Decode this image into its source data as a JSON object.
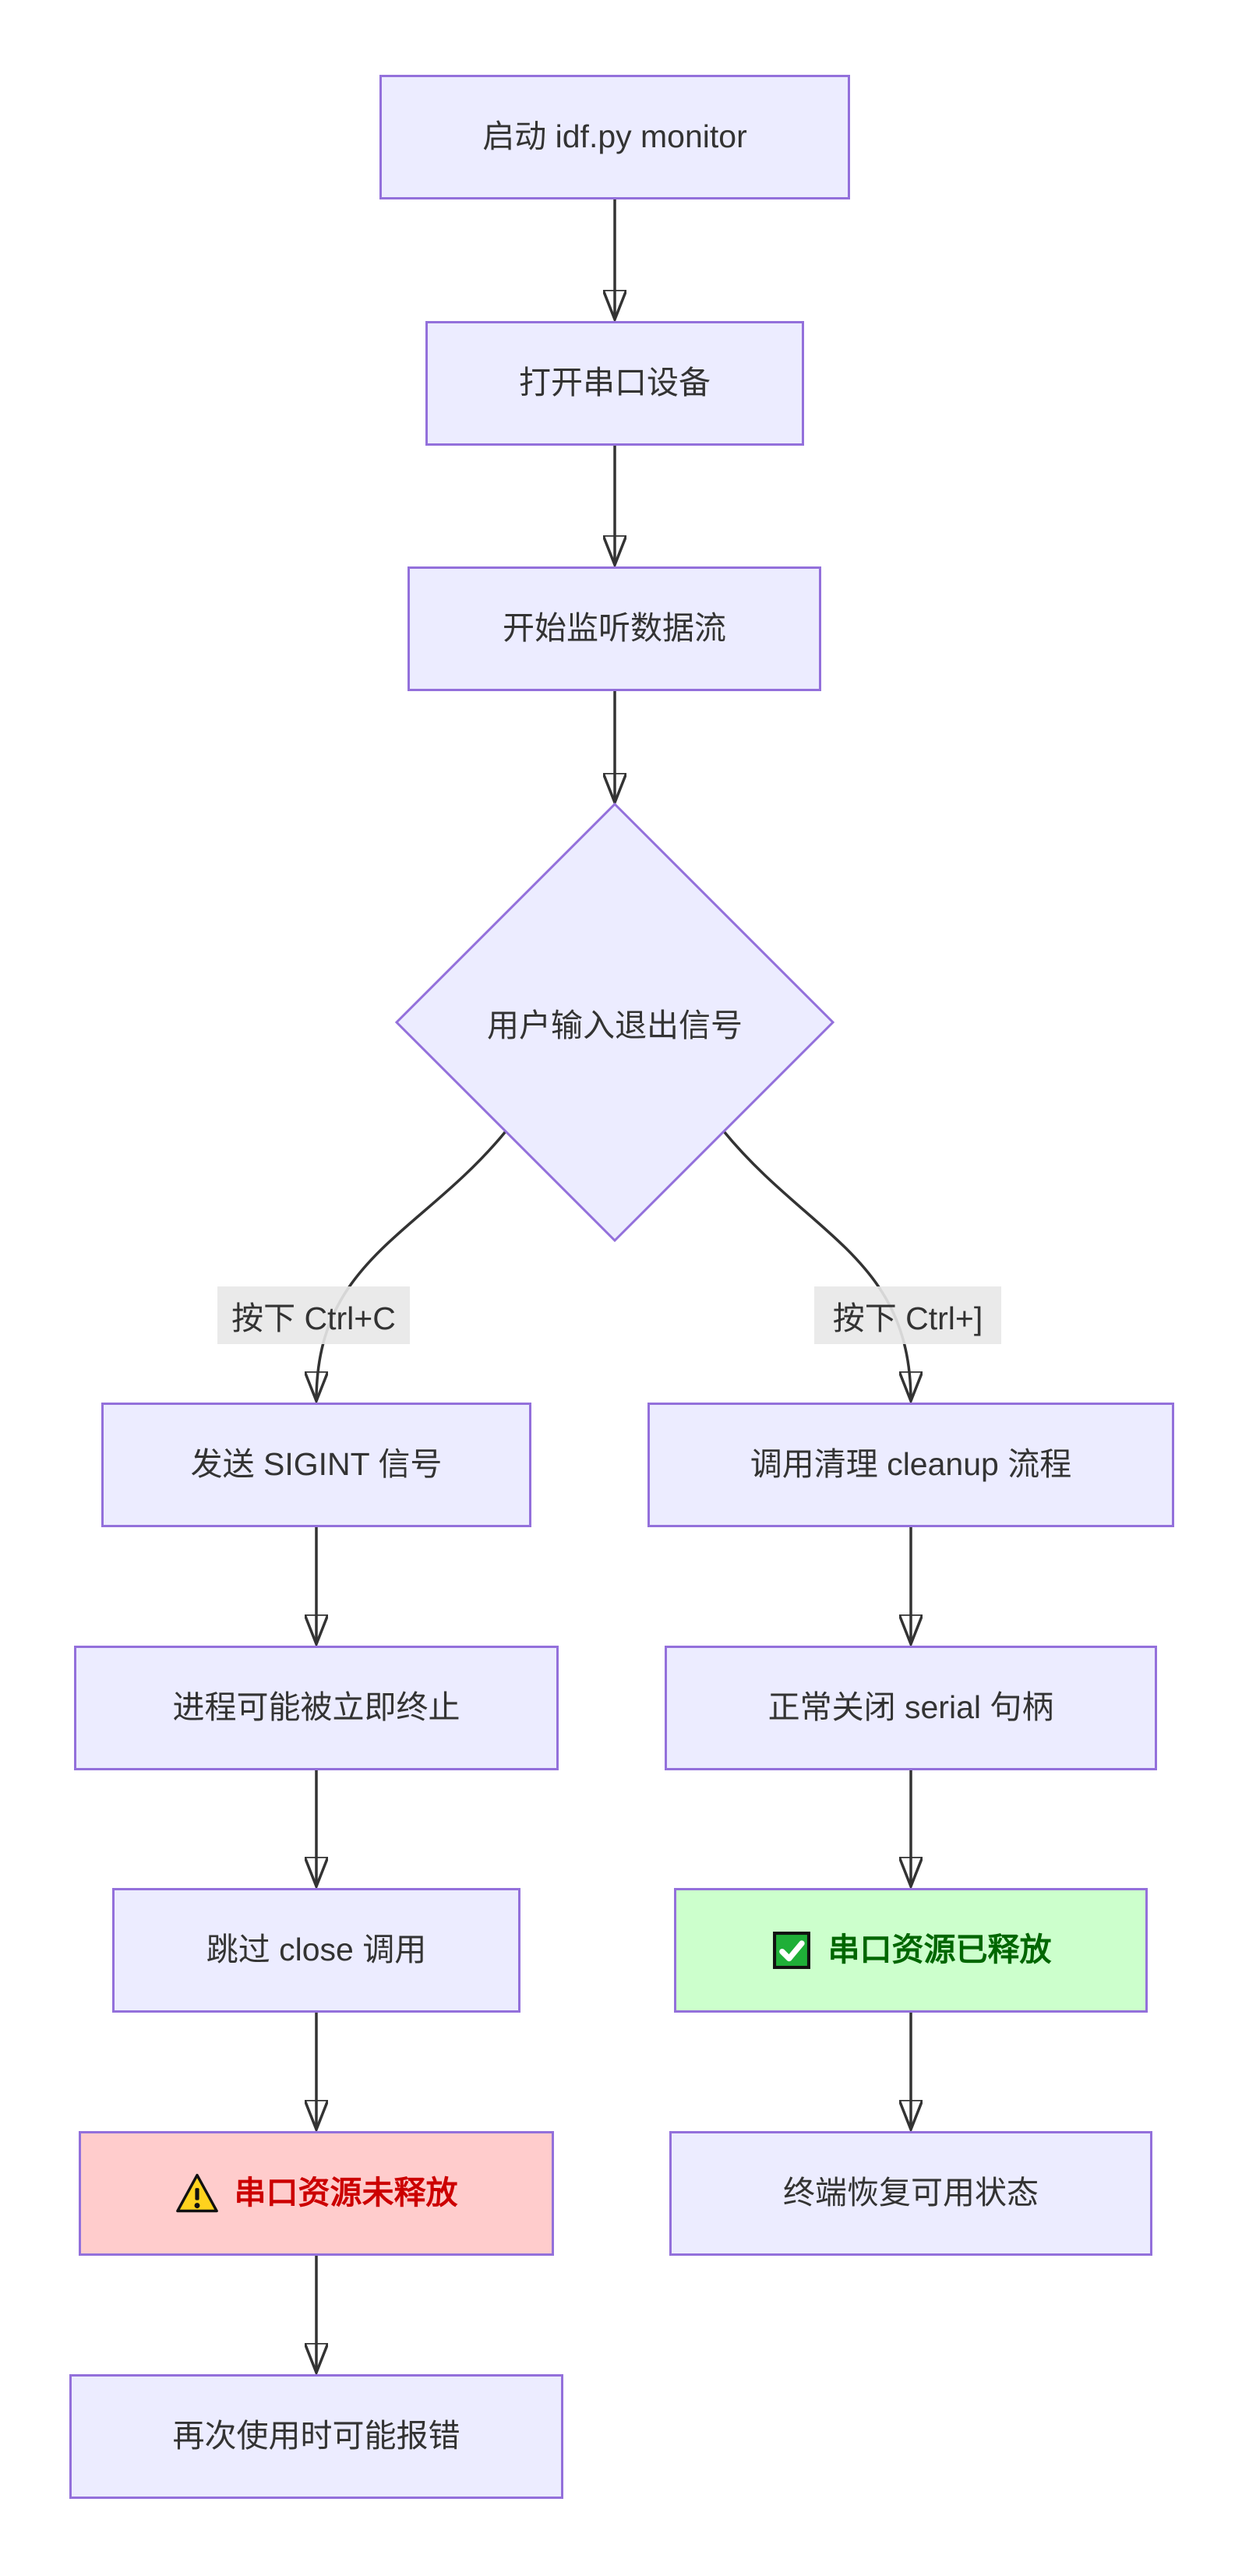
{
  "diagram": {
    "type": "flowchart",
    "direction": "top-down",
    "colors": {
      "node_fill": "#ECECFF",
      "node_border": "#9370DB",
      "text": "#333333",
      "edge": "#333333",
      "edge_label_bg": "#E8E8E8",
      "error_fill": "#FFCCCC",
      "error_text": "#CC0000",
      "success_fill": "#CCFFCC",
      "success_text": "#006600",
      "warning_icon_yellow": "#FFD21E",
      "check_icon_green": "#1FAF38"
    },
    "nodes": [
      {
        "id": "start",
        "shape": "rect",
        "variant": "default",
        "label": "启动 idf.py monitor"
      },
      {
        "id": "open-serial",
        "shape": "rect",
        "variant": "default",
        "label": "打开串口设备"
      },
      {
        "id": "listen",
        "shape": "rect",
        "variant": "default",
        "label": "开始监听数据流"
      },
      {
        "id": "decision",
        "shape": "diamond",
        "variant": "default",
        "label": "用户输入退出信号"
      },
      {
        "id": "sigint",
        "shape": "rect",
        "variant": "default",
        "label": "发送 SIGINT 信号"
      },
      {
        "id": "cleanup",
        "shape": "rect",
        "variant": "default",
        "label": "调用清理 cleanup 流程"
      },
      {
        "id": "killed",
        "shape": "rect",
        "variant": "default",
        "label": "进程可能被立即终止"
      },
      {
        "id": "close-ok",
        "shape": "rect",
        "variant": "default",
        "label": "正常关闭 serial 句柄"
      },
      {
        "id": "skip-close",
        "shape": "rect",
        "variant": "default",
        "label": "跳过 close 调用"
      },
      {
        "id": "released",
        "shape": "rect",
        "variant": "success",
        "icon": "check-icon",
        "label": "串口资源已释放"
      },
      {
        "id": "not-released",
        "shape": "rect",
        "variant": "error",
        "icon": "warning-icon",
        "label": "串口资源未释放"
      },
      {
        "id": "terminal-ok",
        "shape": "rect",
        "variant": "default",
        "label": "终端恢复可用状态"
      },
      {
        "id": "error-next",
        "shape": "rect",
        "variant": "default",
        "label": "再次使用时可能报错"
      }
    ],
    "edge_labels": [
      "按下 Ctrl+C",
      "按下 Ctrl+]"
    ],
    "edges": [
      {
        "from": "start",
        "to": "open-serial"
      },
      {
        "from": "open-serial",
        "to": "listen"
      },
      {
        "from": "listen",
        "to": "decision"
      },
      {
        "from": "decision",
        "to": "sigint",
        "label": "按下 Ctrl+C"
      },
      {
        "from": "decision",
        "to": "cleanup",
        "label": "按下 Ctrl+]"
      },
      {
        "from": "sigint",
        "to": "killed"
      },
      {
        "from": "killed",
        "to": "skip-close"
      },
      {
        "from": "skip-close",
        "to": "not-released"
      },
      {
        "from": "not-released",
        "to": "error-next"
      },
      {
        "from": "cleanup",
        "to": "close-ok"
      },
      {
        "from": "close-ok",
        "to": "released"
      },
      {
        "from": "released",
        "to": "terminal-ok"
      }
    ]
  }
}
